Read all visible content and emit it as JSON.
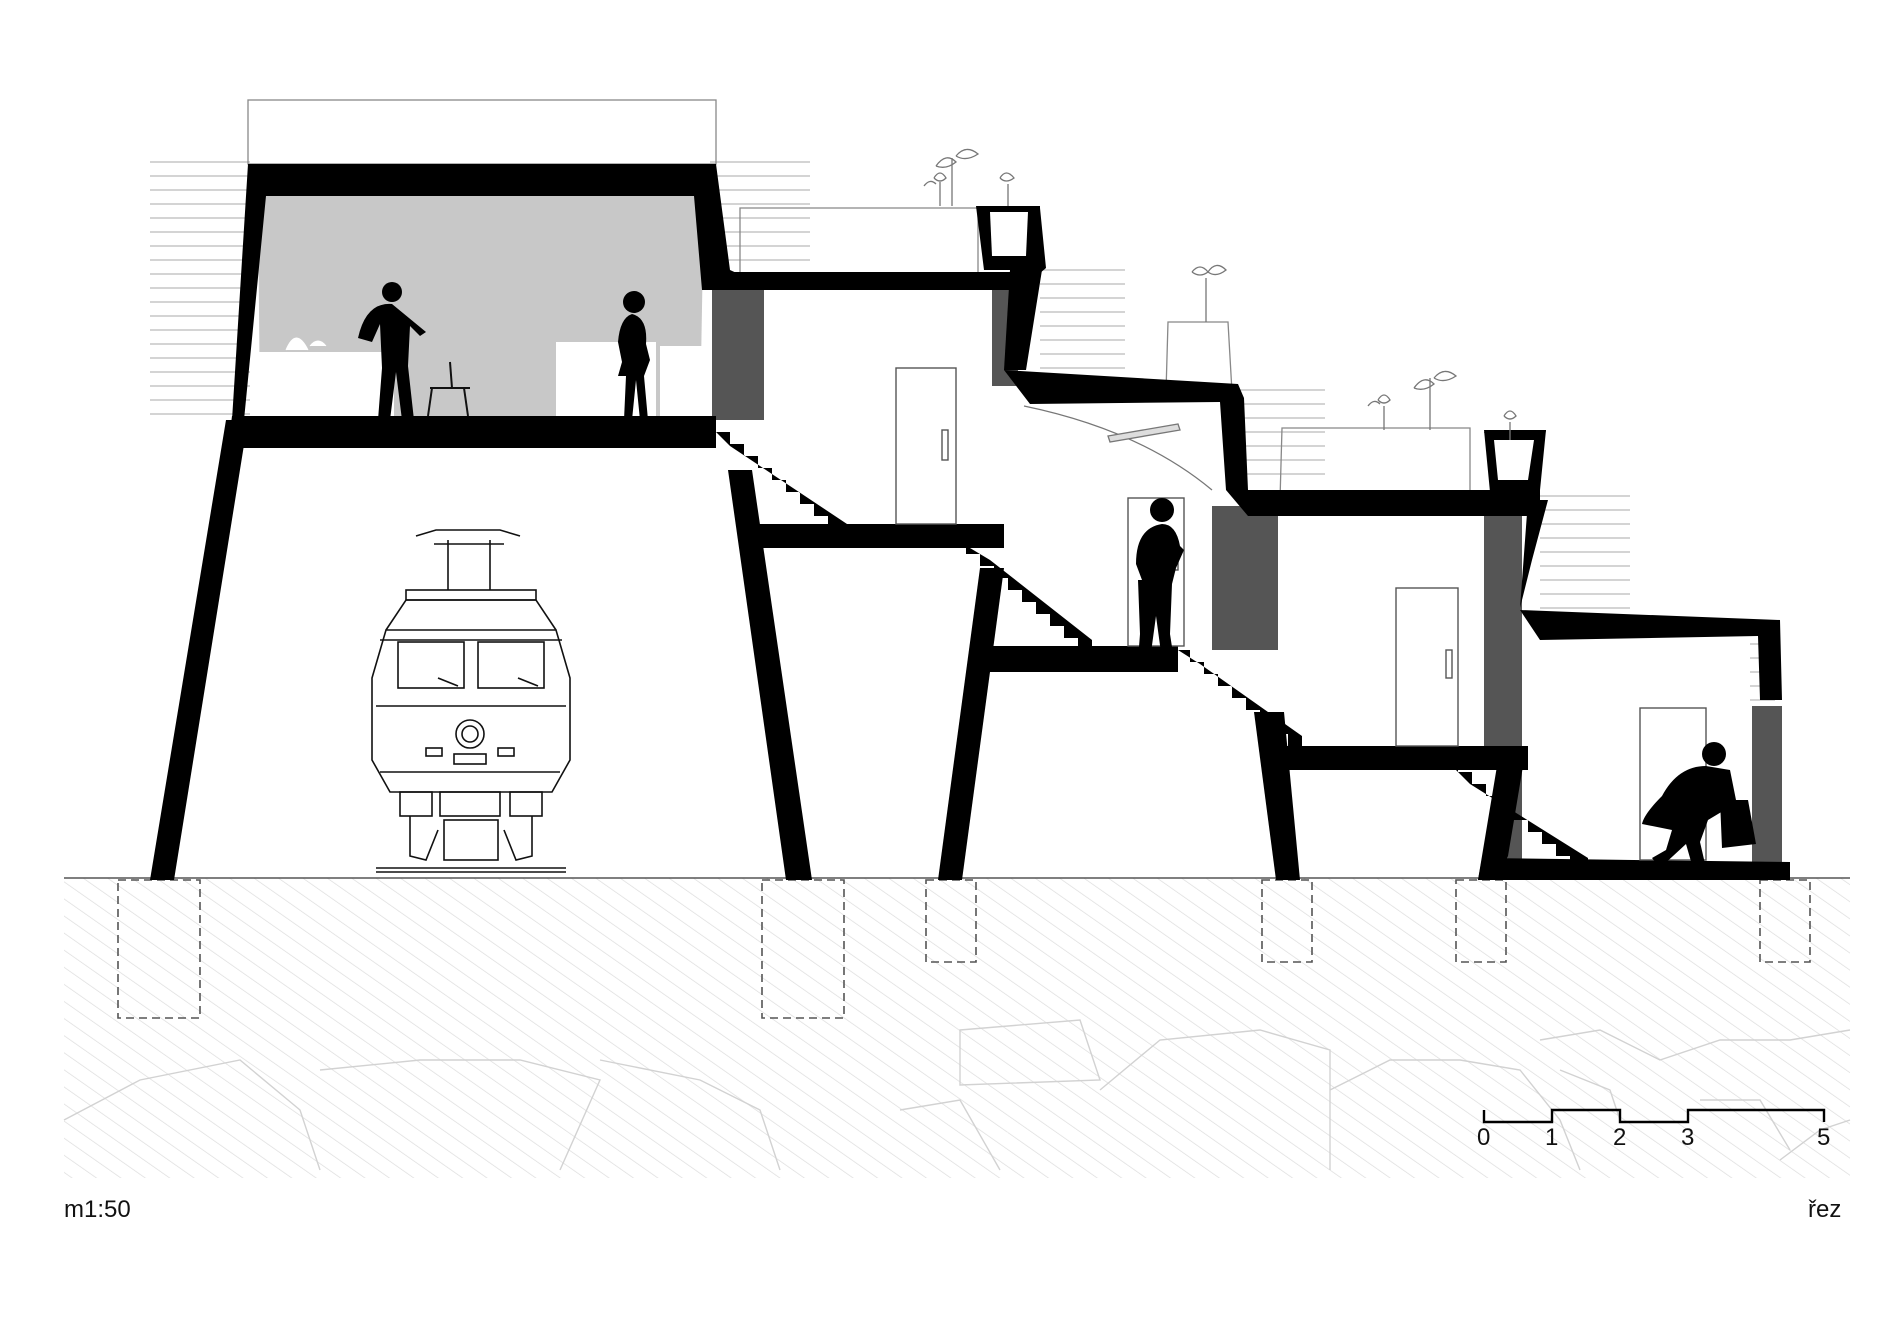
{
  "labels": {
    "scale": "m1:50",
    "section": "řez"
  },
  "scale_bar": {
    "ticks": [
      "0",
      "1",
      "2",
      "3",
      "5"
    ]
  },
  "colors": {
    "wall": "#000000",
    "interior_shade": "#c8c8c8",
    "dark_shade": "#555555",
    "ground_hatch": "#d8d8d8",
    "line": "#9a9a9a"
  },
  "icons": [
    "train-locomotive-icon",
    "person-silhouette-icon",
    "plant-sprout-icon",
    "door-icon",
    "stair-icon"
  ]
}
